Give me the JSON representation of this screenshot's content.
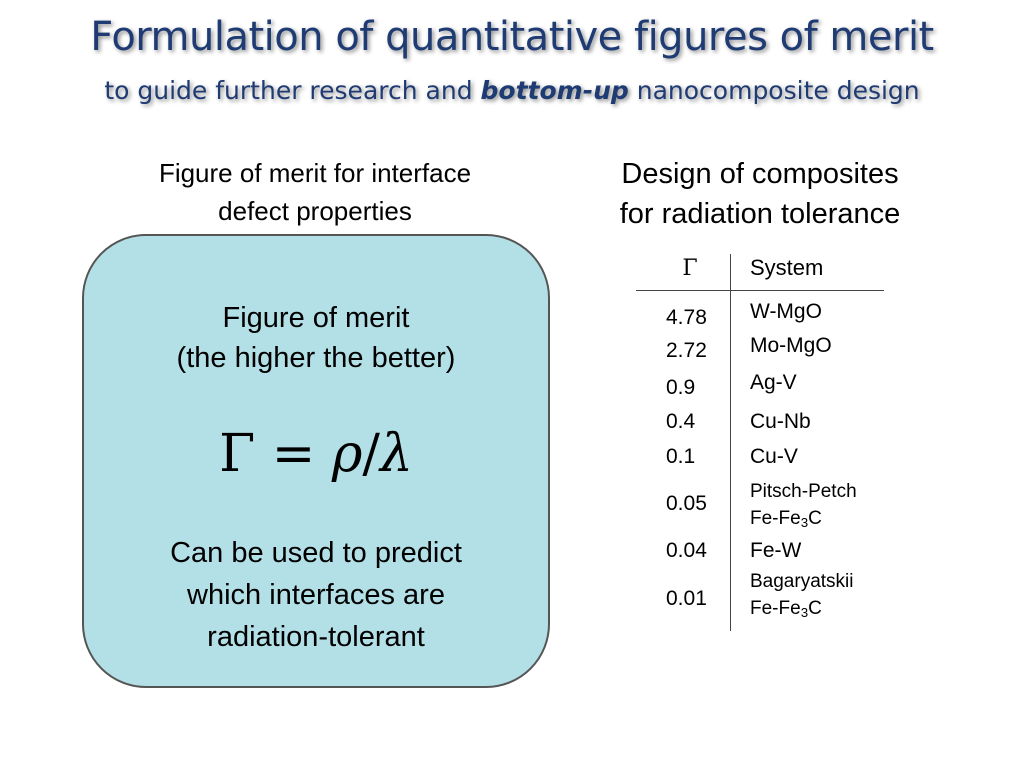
{
  "slide": {
    "title": "Formulation of quantitative figures of merit",
    "subtitle_pre": "to guide further research and ",
    "subtitle_em": "bottom-up",
    "subtitle_post": " nanocomposite design"
  },
  "left_panel": {
    "heading_line1": "Figure of merit for interface",
    "heading_line2": "defect properties",
    "box_line1": "Figure of merit",
    "box_line2": "(the higher the better)",
    "formula_gamma": "Γ",
    "formula_eq": " = ",
    "formula_rho": "ρ",
    "formula_slash": "/",
    "formula_lambda": "λ",
    "box_line3": "Can be used to predict",
    "box_line4": "which interfaces are",
    "box_line5": "radiation-tolerant",
    "background_color": "#b3e0e6"
  },
  "right_panel": {
    "heading_line1": "Design of composites",
    "heading_line2": "for radiation tolerance",
    "table": {
      "col_gamma": "Γ",
      "col_system": "System",
      "rows": [
        {
          "gamma": "4.78",
          "system": "W-MgO"
        },
        {
          "gamma": "2.72",
          "system": "Mo-MgO"
        },
        {
          "gamma": "0.9",
          "system": "Ag-V"
        },
        {
          "gamma": "0.4",
          "system": "Cu-Nb"
        },
        {
          "gamma": "0.1",
          "system": "Cu-V"
        },
        {
          "gamma": "0.05",
          "system_line1": "Pitsch-Petch",
          "system_line2_pre": "Fe-Fe",
          "system_line2_sub": "3",
          "system_line2_post": "C"
        },
        {
          "gamma": "0.04",
          "system": "Fe-W"
        },
        {
          "gamma": "0.01",
          "system_line1": "Bagaryatskii",
          "system_line2_pre": "Fe-Fe",
          "system_line2_sub": "3",
          "system_line2_post": "C"
        }
      ]
    }
  },
  "colors": {
    "title": "#1f3b73"
  }
}
